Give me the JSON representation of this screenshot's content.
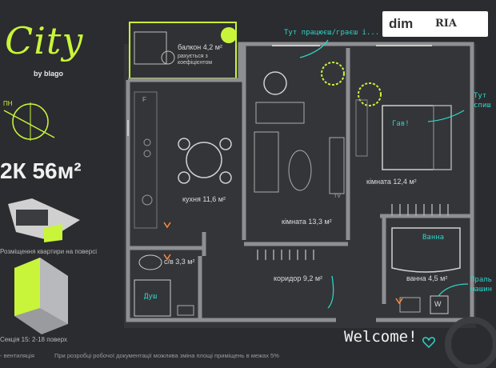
{
  "brand": {
    "name": "City",
    "byline": "by blago"
  },
  "compass_label": "ПН",
  "apartment_type": "2К 56м²",
  "floor_position_caption": "Розміщення квартири на поверсі",
  "section_caption": "Секція 15: 2-18 поверх",
  "watermark": {
    "dim": "dim",
    "ria": "RIA"
  },
  "rooms": {
    "balcony": {
      "label": "балкон 4,2 м²",
      "note_line1": "рахується з",
      "note_line2": "коефіцієнтом"
    },
    "kitchen": "кухня 11,6 м²",
    "room_large": "кімната 13,3 м²",
    "room_small": "кімната 12,4 м²",
    "bathroom_small": "с/в 3,3 м²",
    "corridor": "коридор 9,2 м²",
    "bathroom": "ванна 4,5 м²"
  },
  "handwritten": {
    "work_note": "Тут працюєш/граєш і...",
    "sleep_note_line1": "Тут",
    "sleep_note_line2": "спиш",
    "bath": "Ванна",
    "shower": "Душ",
    "laundry_line1": "Праль",
    "laundry_line2": "машин",
    "dog": "Гав!"
  },
  "tv_label": "TV",
  "washer_label": "W",
  "fridge_label": "F",
  "welcome": "Welcome!",
  "footer": {
    "ventilation": "- вентиляція",
    "disclaimer": "При розробці робочої документації можлива зміна площі приміщень в межах 5%"
  },
  "colors": {
    "accent": "#c8f53a",
    "teal": "#2ed3c9",
    "background": "#2b2c2f",
    "floor": "#333437",
    "wall": "#8e8f92"
  }
}
